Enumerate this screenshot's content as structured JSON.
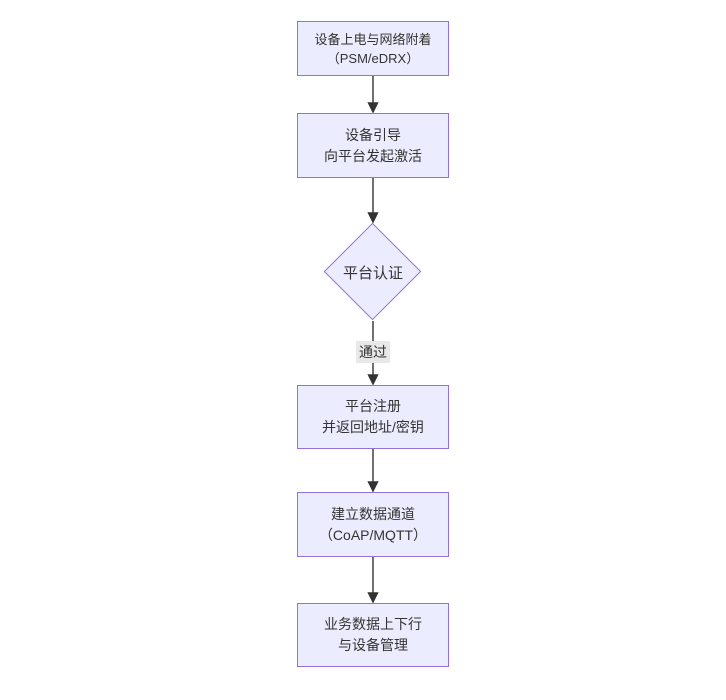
{
  "diagram": {
    "type": "flowchart",
    "direction": "top-down",
    "colors": {
      "background": "#ffffff",
      "node_fill": "#ECECFF",
      "node_border": "#9370DB",
      "edge": "#333333",
      "edge_label_bg": "#e8e8e8",
      "text": "#333333"
    },
    "nodes": [
      {
        "id": "attach",
        "shape": "rect",
        "lines": [
          "设备上电与网络附着",
          "（PSM/eDRX）"
        ]
      },
      {
        "id": "boot",
        "shape": "rect",
        "lines": [
          "设备引导",
          "向平台发起激活"
        ]
      },
      {
        "id": "auth",
        "shape": "diamond",
        "lines": [
          "平台认证"
        ]
      },
      {
        "id": "register",
        "shape": "rect",
        "lines": [
          "平台注册",
          "并返回地址/密钥"
        ]
      },
      {
        "id": "channel",
        "shape": "rect",
        "lines": [
          "建立数据通道",
          "（CoAP/MQTT）"
        ]
      },
      {
        "id": "business",
        "shape": "rect",
        "lines": [
          "业务数据上下行",
          "与设备管理"
        ]
      }
    ],
    "edges": [
      {
        "from": "attach",
        "to": "boot",
        "label": ""
      },
      {
        "from": "boot",
        "to": "auth",
        "label": ""
      },
      {
        "from": "auth",
        "to": "register",
        "label": "通过"
      },
      {
        "from": "register",
        "to": "channel",
        "label": ""
      },
      {
        "from": "channel",
        "to": "business",
        "label": ""
      }
    ]
  }
}
